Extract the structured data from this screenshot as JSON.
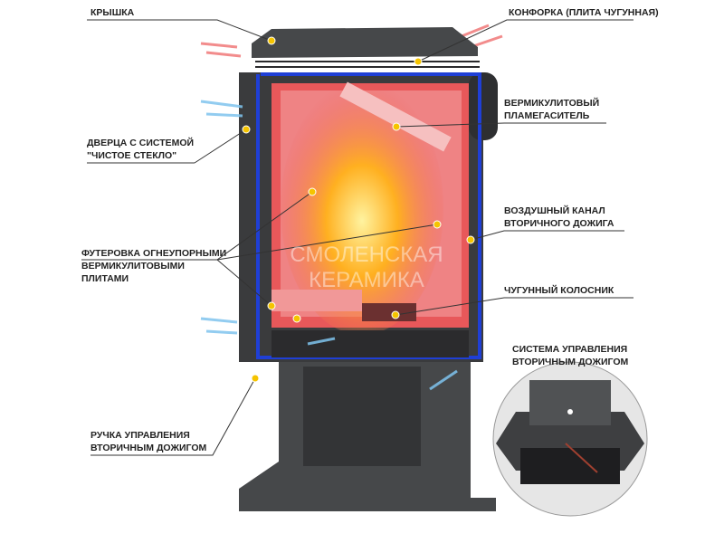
{
  "labels": {
    "lid": "КРЫШКА",
    "hotplate": "КОНФОРКА (ПЛИТА ЧУГУННАЯ)",
    "flame_damper": [
      "ВЕРМИКУЛИТОВЫЙ",
      "ПЛАМЕГАСИТЕЛЬ"
    ],
    "door": [
      "ДВЕРЦА С СИСТЕМОЙ",
      "\"ЧИСТОЕ СТЕКЛО\""
    ],
    "air_channel": [
      "ВОЗДУШНЫЙ КАНАЛ",
      "ВТОРИЧНОГО ДОЖИГА"
    ],
    "lining": [
      "ФУТЕРОВКА ОГНЕУПОРНЫМИ",
      "ВЕРМИКУЛИТОВЫМИ",
      "ПЛИТАМИ"
    ],
    "grate": "ЧУГУННЫЙ КОЛОСНИК",
    "control_system": [
      "СИСТЕМА УПРАВЛЕНИЯ",
      "ВТОРИЧНЫМ ДОЖИГОМ"
    ],
    "control_handle": [
      "РУЧКА УПРАВЛЕНИЯ",
      "ВТОРИЧНЫМ ДОЖИГОМ"
    ]
  },
  "watermark": "СМОЛЕНСКАЯ КЕРАМИКА",
  "colors": {
    "body": "#3a3b3d",
    "channel": "#1f3fd6",
    "firebox": "#e8585a",
    "marker": "#f5c400",
    "air": "#7fc4ee",
    "heat": "#f07070"
  }
}
